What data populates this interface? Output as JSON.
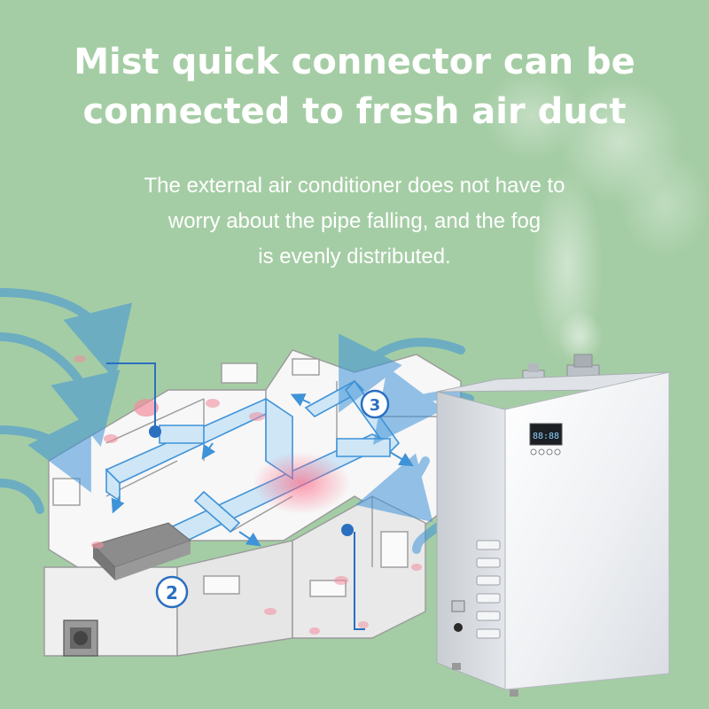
{
  "headline": {
    "line1": "Mist quick connector can be",
    "line2": "connected to fresh air duct"
  },
  "subtext": {
    "line1": "The external air conditioner does not have to",
    "line2": "worry about the pipe falling, and the fog",
    "line3": "is evenly distributed."
  },
  "markers": {
    "marker_2": "2",
    "marker_3": "3"
  },
  "device_display": {
    "readout": "88:88"
  },
  "colors": {
    "background": "#a5cda5",
    "duct": "#cfe6f6",
    "arrow": "#3f93d8",
    "petal": "#f28d9e",
    "device": "#f3f4f6"
  }
}
